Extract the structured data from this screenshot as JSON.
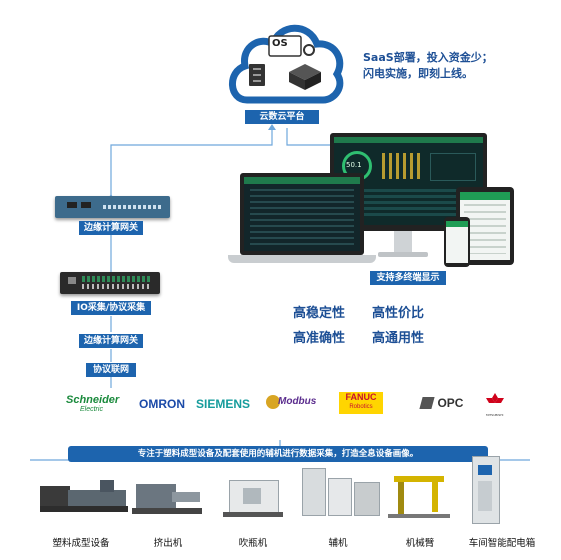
{
  "cloud": {
    "os_badge": "OS",
    "platform_label": "云数云平台",
    "saas_line1": "SaaS部署，投入资金少；",
    "saas_line2": "闪电实施，即刻上线。"
  },
  "gateways": {
    "edge_top_label": "边缘计算网关",
    "io_label": "IO采集/协议采集",
    "edge_bottom_label": "边缘计算网关",
    "protocol_label": "协议联网"
  },
  "devices": {
    "multi_terminal_label": "支持多终端显示",
    "screen_value": "50.1"
  },
  "features": [
    "高稳定性",
    "高性价比",
    "高准确性",
    "高通用性"
  ],
  "brands": {
    "schneider_line1": "Schneider",
    "schneider_line2": "Electric",
    "omron": "OMRON",
    "siemens": "SIEMENS",
    "modbus": "Modbus",
    "fanuc_line1": "FANUC",
    "fanuc_line2": "Robotics",
    "opc": "OPC",
    "mitsubishi": "MITSUBISHI"
  },
  "banner": "专注于塑料成型设备及配套使用的辅机进行数据采集，打造全息设备画像。",
  "machines": [
    "塑料成型设备",
    "挤出机",
    "吹瓶机",
    "辅机",
    "机械臂",
    "车间智能配电箱"
  ],
  "colors": {
    "brand_blue": "#1d64ae",
    "feature_text": "#1d4f95",
    "connector_line": "#6fa8dc"
  }
}
